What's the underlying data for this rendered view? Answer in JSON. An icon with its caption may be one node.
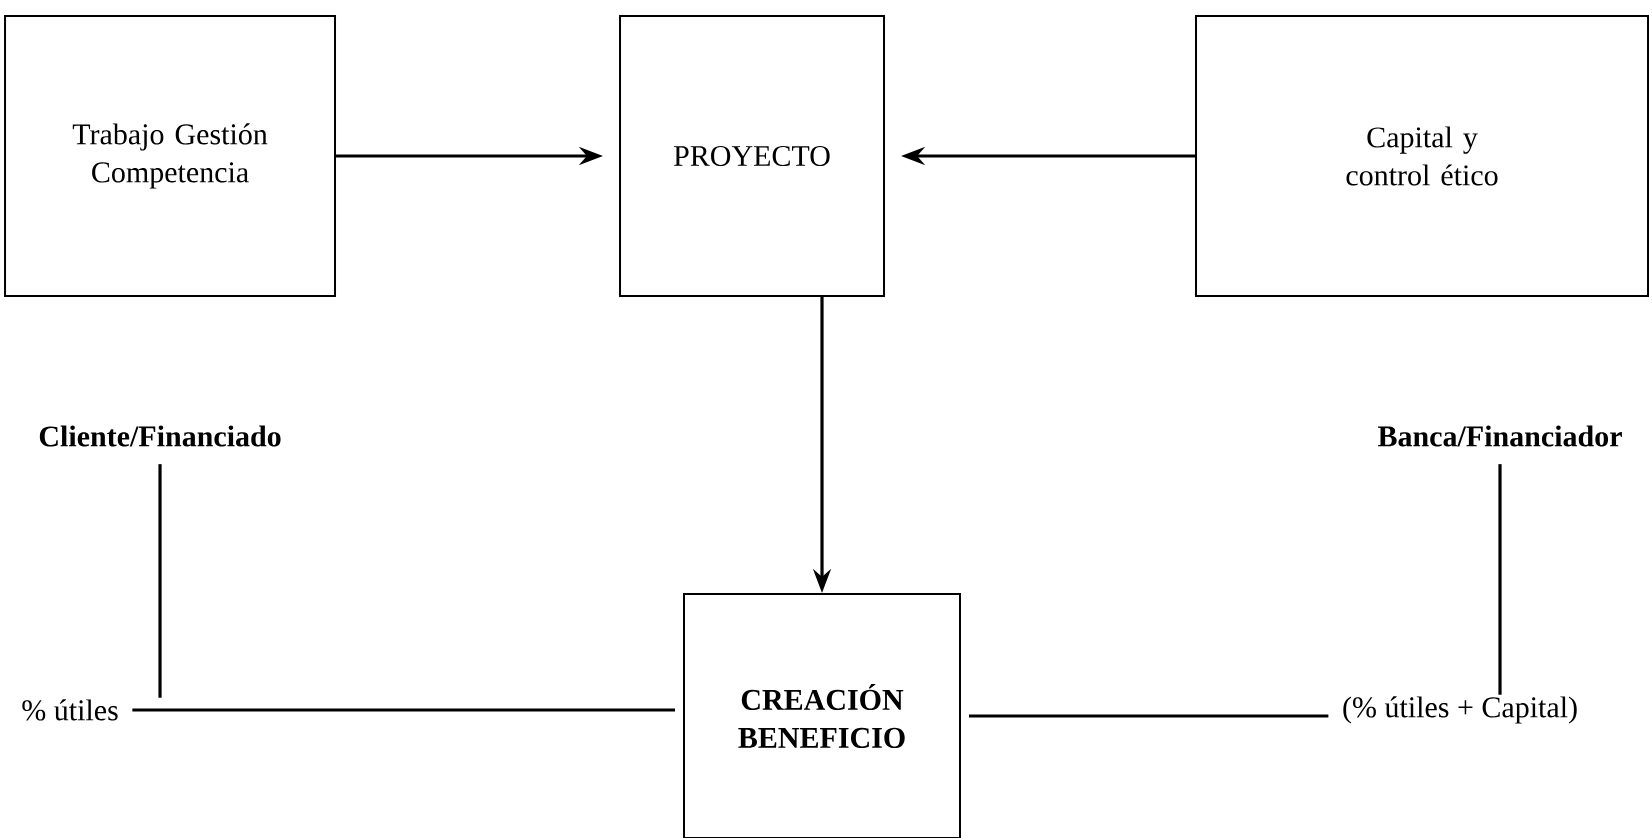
{
  "diagram": {
    "nodes": [
      {
        "text": [
          "Trabajo Gestión Competencia"
        ]
      },
      {
        "text": [
          "PROYECTO"
        ]
      },
      {
        "text": [
          "Capital y control ético"
        ]
      },
      {
        "text": [
          "CREACIÓN BENEFICIO"
        ]
      },
      {
        "text": [
          "Cliente/Financiado"
        ]
      },
      {
        "text": [
          "% útiles"
        ]
      },
      {
        "text": [
          "Banca/Financiador"
        ]
      },
      {
        "text": [
          "(% útiles + Capital)"
        ]
      }
    ],
    "edges": [
      {
        "from": 0,
        "to": 1,
        "arrow": "to"
      },
      {
        "from": 2,
        "to": 1,
        "arrow": "to"
      },
      {
        "from": 1,
        "to": 3,
        "arrow": "to"
      },
      {
        "from": 4,
        "to": 5,
        "arrow": "none"
      },
      {
        "from": 5,
        "to": 3,
        "arrow": "none"
      },
      {
        "from": 3,
        "to": 7,
        "arrow": "none"
      },
      {
        "from": 6,
        "to": 7,
        "arrow": "none"
      }
    ]
  }
}
